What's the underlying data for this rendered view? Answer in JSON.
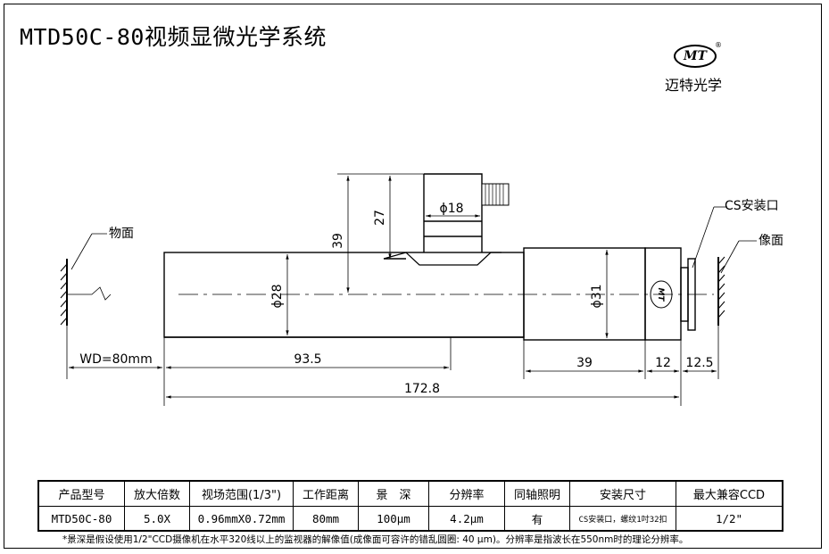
{
  "title": "MTD50C-80视频显微光学系统",
  "logo": {
    "badge": "MT",
    "reg": "®",
    "name": "迈特光学"
  },
  "drawing": {
    "object_plane": "物面",
    "image_plane": "像面",
    "cs_mount": "CS安装口",
    "dims": {
      "wd": "WD=80mm",
      "d_93_5": "93.5",
      "d_172_8": "172.8",
      "d_39_bottom": "39",
      "d_12": "12",
      "d_12_5": "12.5",
      "h_39": "39",
      "h_27": "27",
      "dia_18": "ϕ18",
      "dia_28": "ϕ28",
      "dia_31": "ϕ31"
    },
    "barrel_mark": "MT"
  },
  "table": {
    "headers": [
      "产品型号",
      "放大倍数",
      "视场范围(1/3\")",
      "工作距离",
      "景　深",
      "分辨率",
      "同轴照明",
      "安装尺寸",
      "最大兼容CCD"
    ],
    "values": [
      "MTD50C-80",
      "5.0X",
      "0.96mmX0.72mm",
      "80mm",
      "100μm",
      "4.2μm",
      "有",
      "CS安装口，螺纹1吋32扣",
      "1/2\""
    ]
  },
  "footnote": "*景深是假设使用1/2\"CCD摄像机在水平320线以上的监视器的解像值(成像面可容许的错乱圆圈: 40 μm)。分辨率是指波长在550nm时的理论分辨率。"
}
